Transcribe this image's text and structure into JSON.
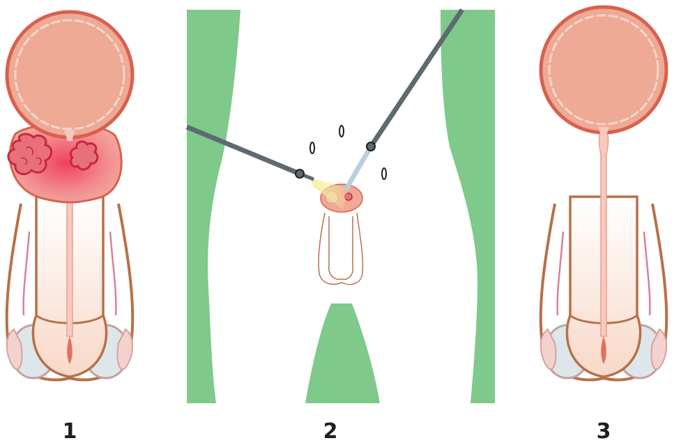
{
  "panels": [
    {
      "id": "before",
      "label": "1"
    },
    {
      "id": "procedure",
      "label": "2"
    },
    {
      "id": "after",
      "label": "3"
    }
  ],
  "colors": {
    "bladder_fill": "#eeaa94",
    "bladder_outline": "#d9604e",
    "bladder_inner_outline": "#f7d6cc",
    "prostate_fill": "#f0a090",
    "tumor_fill": "#e8707a",
    "tumor_outline": "#c8283a",
    "body_outline": "#b87048",
    "urethra": "#e07060",
    "testis_fill": "#dde6ea",
    "testis_outline": "#c3a0a0",
    "epididymis_fill": "#f2d2cc",
    "background_green": "#7fc98a",
    "instrument": "#5e6a70",
    "light_beam": "#f2ee9a",
    "probe_tip": "#b8d0dc"
  },
  "icons": {
    "before": "prostate-with-tumors-illustration",
    "procedure": "laparoscopic-surgery-illustration",
    "after": "prostate-removed-illustration"
  }
}
